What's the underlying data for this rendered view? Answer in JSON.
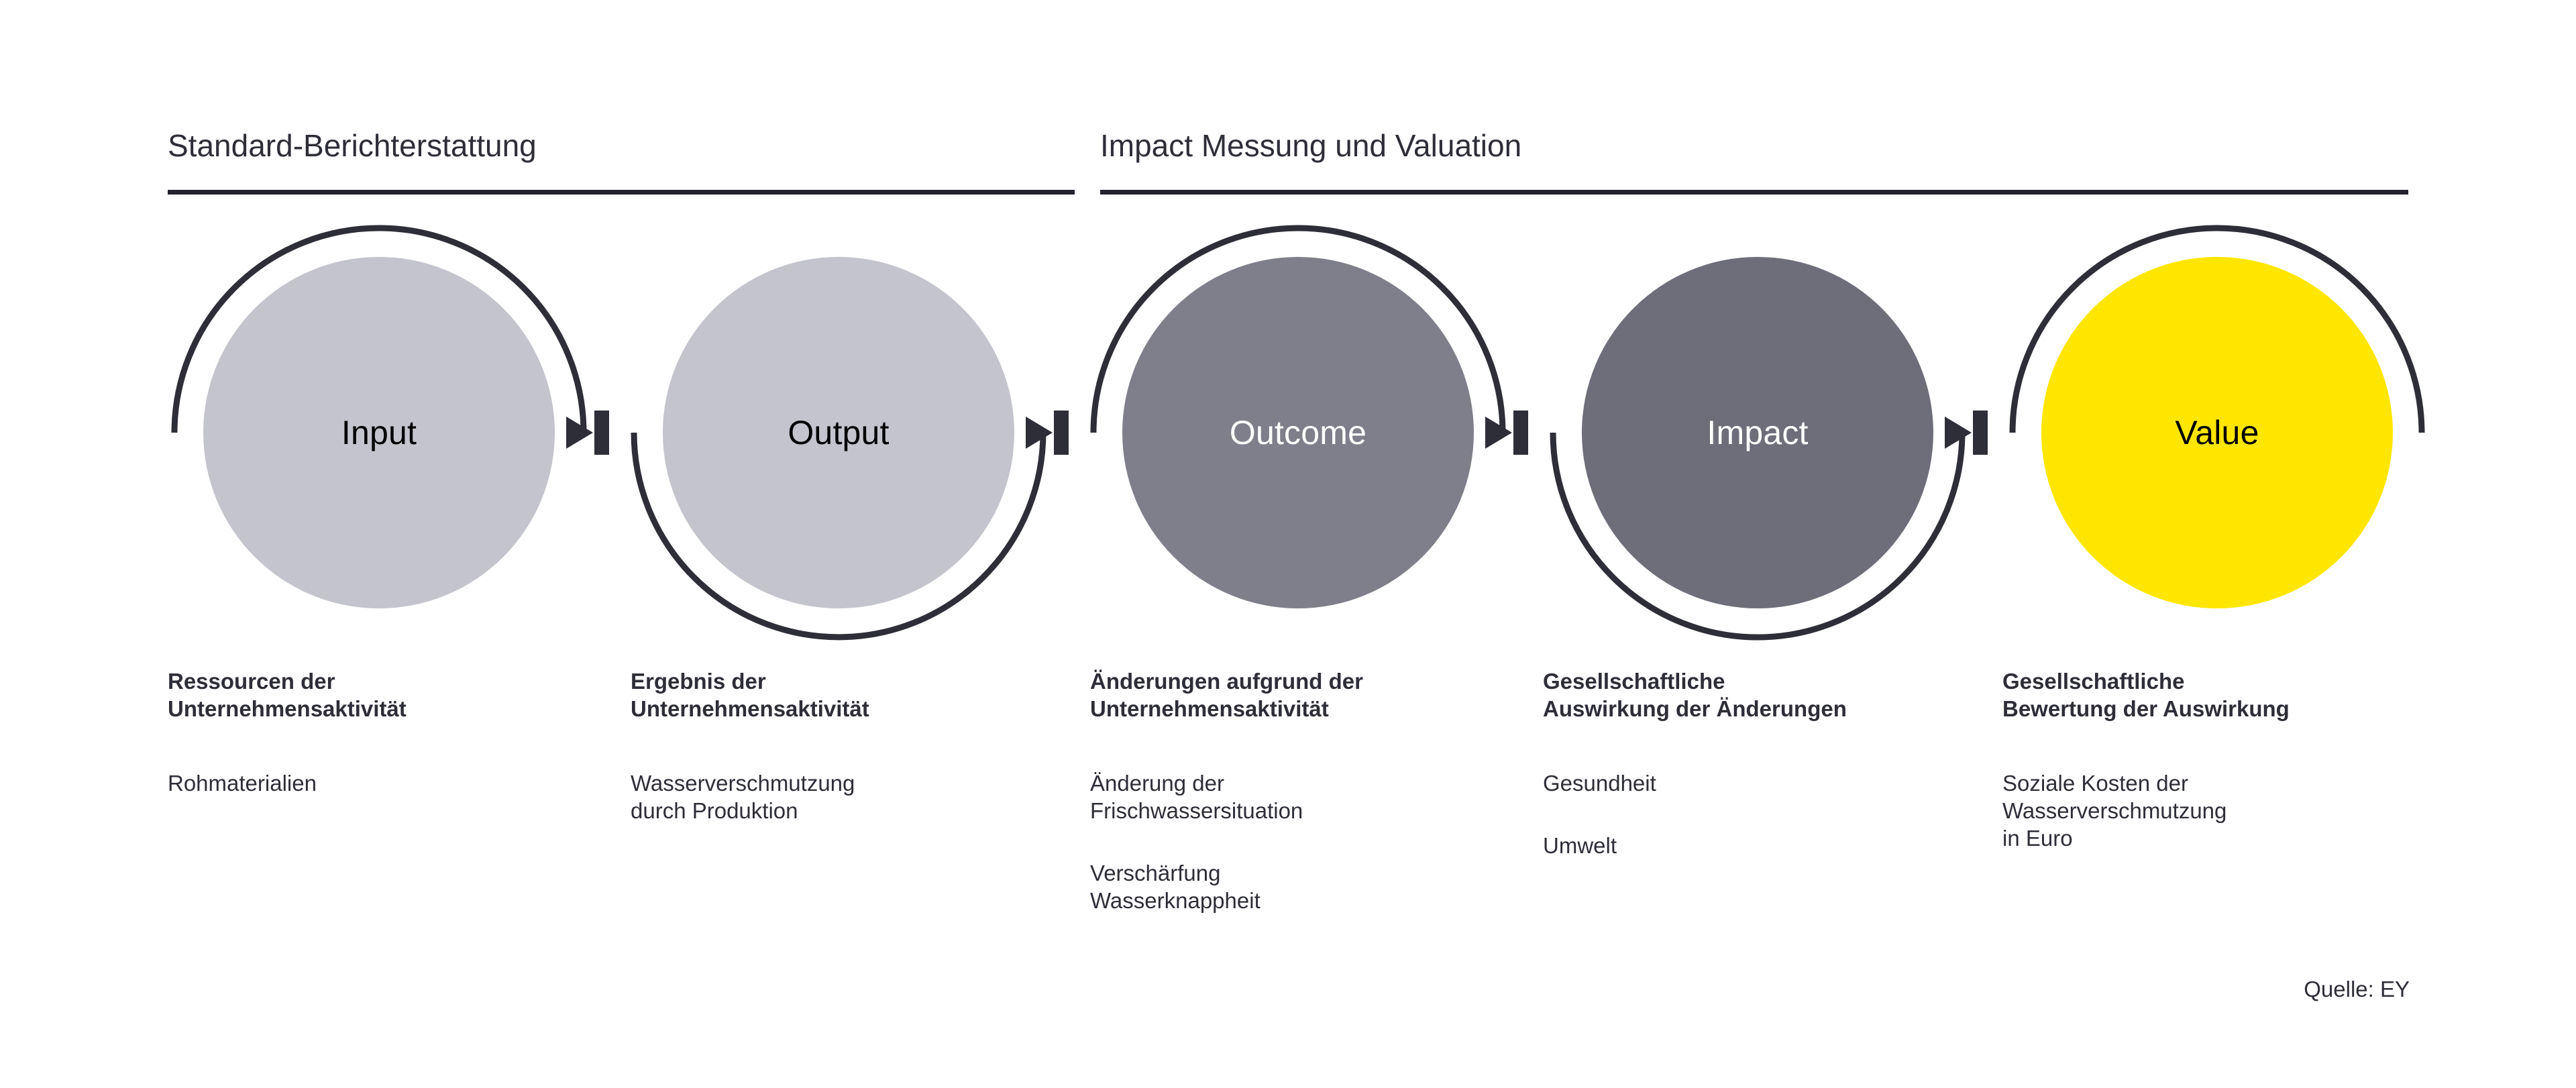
{
  "sections": [
    {
      "id": "standard",
      "title": "Standard-Berichterstattung"
    },
    {
      "id": "impact",
      "title": "Impact Messung und Valuation"
    }
  ],
  "flow": {
    "nodes": [
      {
        "label": "Input",
        "fill": "#c4c4cd",
        "text_color": "#000000",
        "arc": "over"
      },
      {
        "label": "Output",
        "fill": "#c4c4cd",
        "text_color": "#000000",
        "arc": "under"
      },
      {
        "label": "Outcome",
        "fill": "#7f7f8b",
        "text_color": "#ffffff",
        "arc": "over"
      },
      {
        "label": "Impact",
        "fill": "#6e6e7b",
        "text_color": "#ffffff",
        "arc": "under"
      },
      {
        "label": "Value",
        "fill": "#ffe600",
        "text_color": "#000000",
        "arc": "over"
      }
    ],
    "connector_count": 4,
    "line_color": "#2e2e38"
  },
  "captions": [
    {
      "title": "Ressourcen der\nUnternehmensaktivität",
      "items": [
        "Rohmaterialien"
      ]
    },
    {
      "title": "Ergebnis der\nUnternehmensaktivität",
      "items": [
        "Wasserverschmutzung\ndurch Produktion"
      ]
    },
    {
      "title": "Änderungen aufgrund der\nUnternehmensaktivität",
      "items": [
        "Änderung der\nFrischwassersituation",
        "Verschärfung\nWasserknappheit"
      ]
    },
    {
      "title": "Gesellschaftliche\nAuswirkung der Änderungen",
      "items": [
        "Gesundheit",
        "Umwelt"
      ]
    },
    {
      "title": "Gesellschaftliche\nBewertung der Auswirkung",
      "items": [
        "Soziale Kosten der\nWasserverschmutzung\nin Euro"
      ]
    }
  ],
  "source": "Quelle: EY",
  "colors": {
    "ink": "#2e2e38",
    "rule": "#23232e",
    "light_gray": "#c4c4cd",
    "mid_gray": "#7f7f8b",
    "dark_gray": "#6e6e7b",
    "yellow": "#ffe600"
  }
}
